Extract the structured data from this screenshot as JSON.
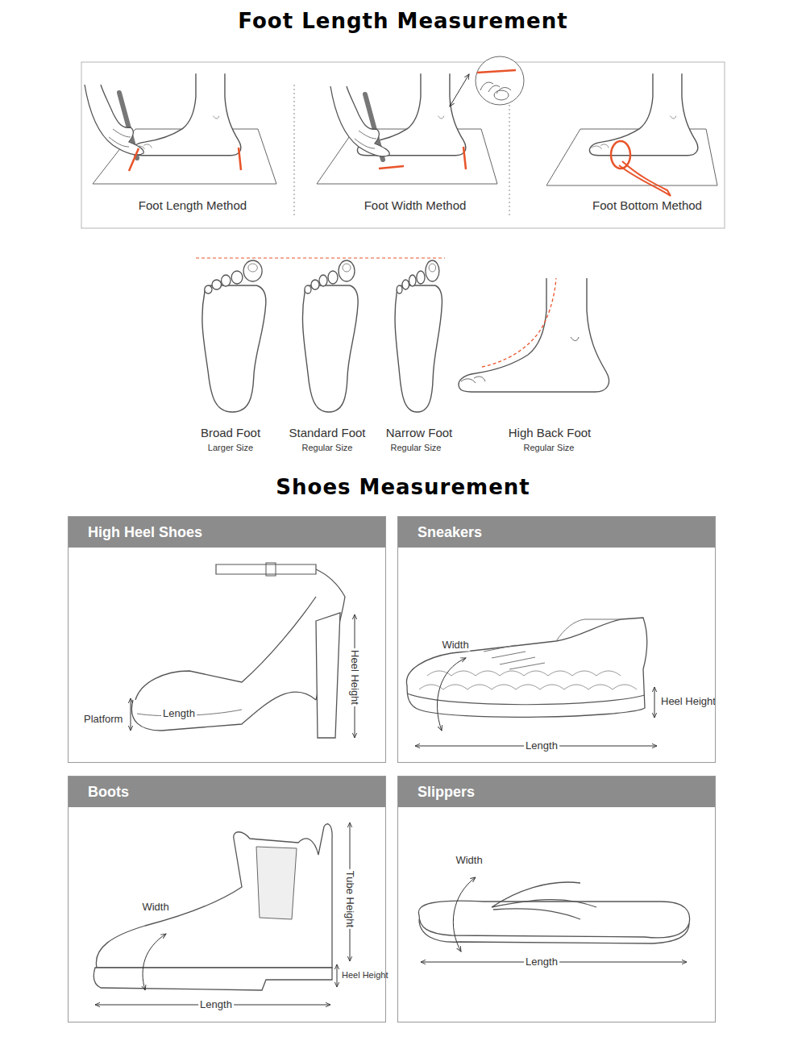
{
  "diagram": {
    "title": "Foot Length Measurement",
    "nodes": [
      {
        "text": [
          "High Heel Shoes"
        ]
      },
      {
        "text": [
          "Sneakers"
        ]
      },
      {
        "text": [
          "Boots"
        ]
      },
      {
        "text": [
          "Slippers"
        ]
      }
    ],
    "labels": [
      "Foot Length Method",
      "Foot Width Method",
      "Foot Bottom Method",
      "Broad Foot",
      "Larger Size",
      "Standard Foot",
      "Regular Size",
      "Narrow Foot",
      "Regular Size",
      "High Back Foot",
      "Regular Size",
      "Shoes Measurement",
      "Platform",
      "Length",
      "Heel Height",
      "Width",
      "Heel Height",
      "Length",
      "Width",
      "Tube Height",
      "Heel Height",
      "Length",
      "Width",
      "Length"
    ]
  }
}
